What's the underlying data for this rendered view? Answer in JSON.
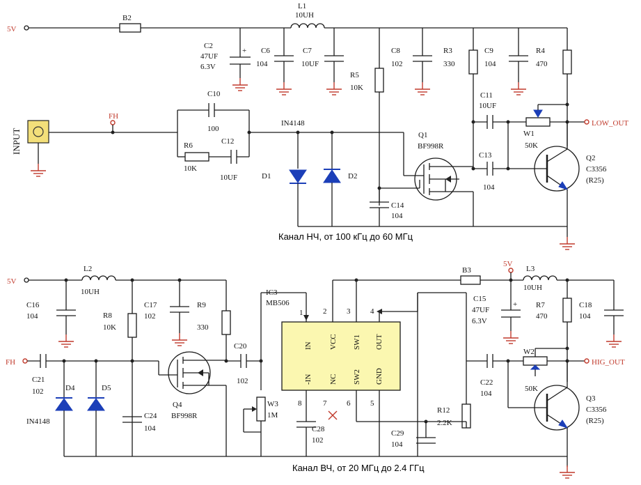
{
  "power_in_top": "5V",
  "power_in_bottom": "5V",
  "power_bottom_right": "5V",
  "fh_top": "FH",
  "fh_bottom": "FH",
  "input_label": "INPUT",
  "low_out": "LOW_OUT",
  "hig_out": "HIG_OUT",
  "caption_top": "Канал НЧ, от 100 кГц до 60 МГц",
  "caption_bottom": "Канал ВЧ, от 20 МГц до 2.4 ГГц",
  "ic": {
    "ref": "IC3",
    "part": "MB506",
    "pins_top": [
      "IN",
      "VCC",
      "SW1",
      "OUT"
    ],
    "pins_bottom": [
      "-IN",
      "NC",
      "SW2",
      "GND"
    ],
    "pin_nums_top": [
      "1",
      "2",
      "3",
      "4"
    ],
    "pin_nums_bottom": [
      "8",
      "7",
      "6",
      "5"
    ]
  },
  "components_top": {
    "B2": "B2",
    "L1": "L1",
    "L1v": "10UH",
    "C2": "C2",
    "C2v1": "47UF",
    "C2v2": "6.3V",
    "C6": "C6",
    "C6v": "104",
    "C7": "C7",
    "C7v": "10UF",
    "R5": "R5",
    "R5v": "10K",
    "C8": "C8",
    "C8v": "102",
    "R3": "R3",
    "R3v": "330",
    "C9": "C9",
    "C9v": "104",
    "R4": "R4",
    "R4v": "470",
    "C10": "C10",
    "C10v": "100",
    "R6": "R6",
    "R6v": "10K",
    "C12": "C12",
    "C12v": "10UF",
    "IN4148": "IN4148",
    "D1": "D1",
    "D2": "D2",
    "Q1": "Q1",
    "Q1v": "BF998R",
    "C14": "C14",
    "C14v": "104",
    "C11": "C11",
    "C11v": "10UF",
    "C13": "C13",
    "C13v": "104",
    "W1": "W1",
    "W1v": "50K",
    "Q2": "Q2",
    "Q2v1": "C3356",
    "Q2v2": "(R25)"
  },
  "components_bottom": {
    "L2": "L2",
    "L2v": "10UH",
    "C16": "C16",
    "C16v": "104",
    "R8": "R8",
    "R8v": "10K",
    "C17": "C17",
    "C17v": "102",
    "R9": "R9",
    "R9v": "330",
    "C20": "C20",
    "C20v": "102",
    "C21": "C21",
    "C21v": "102",
    "D4": "D4",
    "D5": "D5",
    "IN4148": "IN4148",
    "C24": "C24",
    "C24v": "104",
    "Q4": "Q4",
    "Q4v": "BF998R",
    "W3": "W3",
    "W3v": "1M",
    "C28": "C28",
    "C28v": "102",
    "C29": "C29",
    "C29v": "104",
    "B3": "B3",
    "L3": "L3",
    "L3v": "10UH",
    "C15": "C15",
    "C15v1": "47UF",
    "C15v2": "6.3V",
    "R7": "R7",
    "R7v": "470",
    "C18": "C18",
    "C18v": "104",
    "W2": "W2",
    "W2v": "50K",
    "C22": "C22",
    "C22v": "104",
    "R12": "R12",
    "R12v": "2.2K",
    "Q3": "Q3",
    "Q3v1": "C3356",
    "Q3v2": "(R25)"
  }
}
